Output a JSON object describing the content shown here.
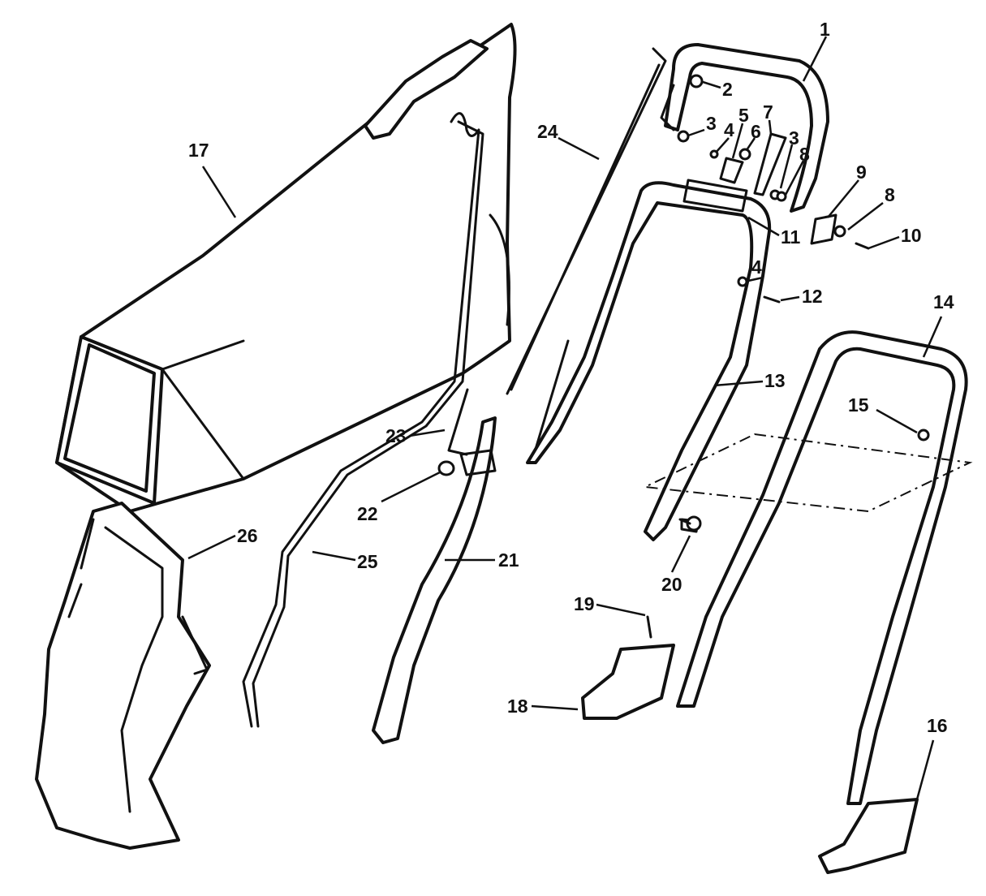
{
  "callouts": [
    "1",
    "2",
    "3",
    "3",
    "4",
    "4",
    "5",
    "6",
    "7",
    "8",
    "8",
    "9",
    "10",
    "11",
    "12",
    "13",
    "14",
    "15",
    "16",
    "17",
    "18",
    "19",
    "20",
    "21",
    "22",
    "23",
    "24",
    "25",
    "26"
  ],
  "colors": {
    "ink": "#111111",
    "paper": "#ffffff"
  }
}
